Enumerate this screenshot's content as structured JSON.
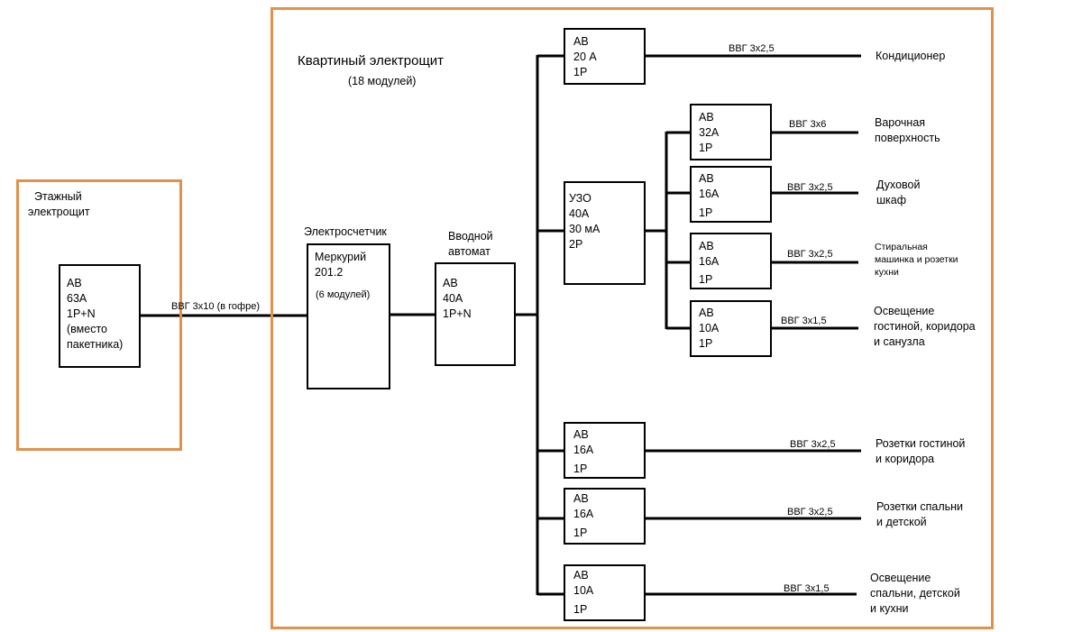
{
  "floor_panel": {
    "title_line1": "Этажный",
    "title_line2": "электрощит",
    "breaker": [
      "АВ",
      "63А",
      "1P+N",
      "(вместо",
      "пакетника)"
    ]
  },
  "feed_cable": "ВВГ 3х10 (в гофре)",
  "apartment_panel": {
    "title": "Квартиный электрощит",
    "subtitle": "(18 модулей)"
  },
  "meter": {
    "caption": "Электросчетчик",
    "lines": [
      "Меркурий",
      "201.2"
    ],
    "modules": "(6 модулей)"
  },
  "main_breaker": {
    "caption_line1": "Вводной",
    "caption_line2": "автомат",
    "lines": [
      "АВ",
      "40А",
      "1P+N"
    ]
  },
  "rcd": {
    "lines": [
      "УЗО",
      "40А",
      "30 мА",
      "2Р"
    ]
  },
  "circuits": [
    {
      "breaker": [
        "АВ",
        "20 А",
        "1Р"
      ],
      "cable": "ВВГ 3х2,5",
      "load": [
        "Кондиционер"
      ]
    },
    {
      "breaker": [
        "АВ",
        "32А",
        "1Р"
      ],
      "cable": "ВВГ 3х6",
      "load": [
        "Варочная",
        "поверхность"
      ]
    },
    {
      "breaker": [
        "АВ",
        "16А",
        "1Р"
      ],
      "cable": "ВВГ 3х2,5",
      "load": [
        "Духовой",
        "шкаф"
      ]
    },
    {
      "breaker": [
        "АВ",
        "16А",
        "1Р"
      ],
      "cable": "ВВГ 3х2,5",
      "load": [
        "Стиральная",
        "машинка и розетки",
        "кухни"
      ]
    },
    {
      "breaker": [
        "АВ",
        "10А",
        "1Р"
      ],
      "cable": "ВВГ 3х1,5",
      "load": [
        "Освещение",
        "гостиной, коридора",
        "и санузла"
      ]
    },
    {
      "breaker": [
        "АВ",
        "16А",
        "1Р"
      ],
      "cable": "ВВГ 3х2,5",
      "load": [
        "Розетки гостиной",
        "и коридора"
      ]
    },
    {
      "breaker": [
        "АВ",
        "16А",
        "1Р"
      ],
      "cable": "ВВГ 3х2,5",
      "load": [
        "Розетки спальни",
        "и детской"
      ]
    },
    {
      "breaker": [
        "АВ",
        "10А",
        "1Р"
      ],
      "cable": "ВВГ 3х1,5",
      "load": [
        "Освещение",
        "спальни, детской",
        "и кухни"
      ]
    }
  ],
  "colors": {
    "frame": "#e0914a",
    "wire": "#000000"
  }
}
